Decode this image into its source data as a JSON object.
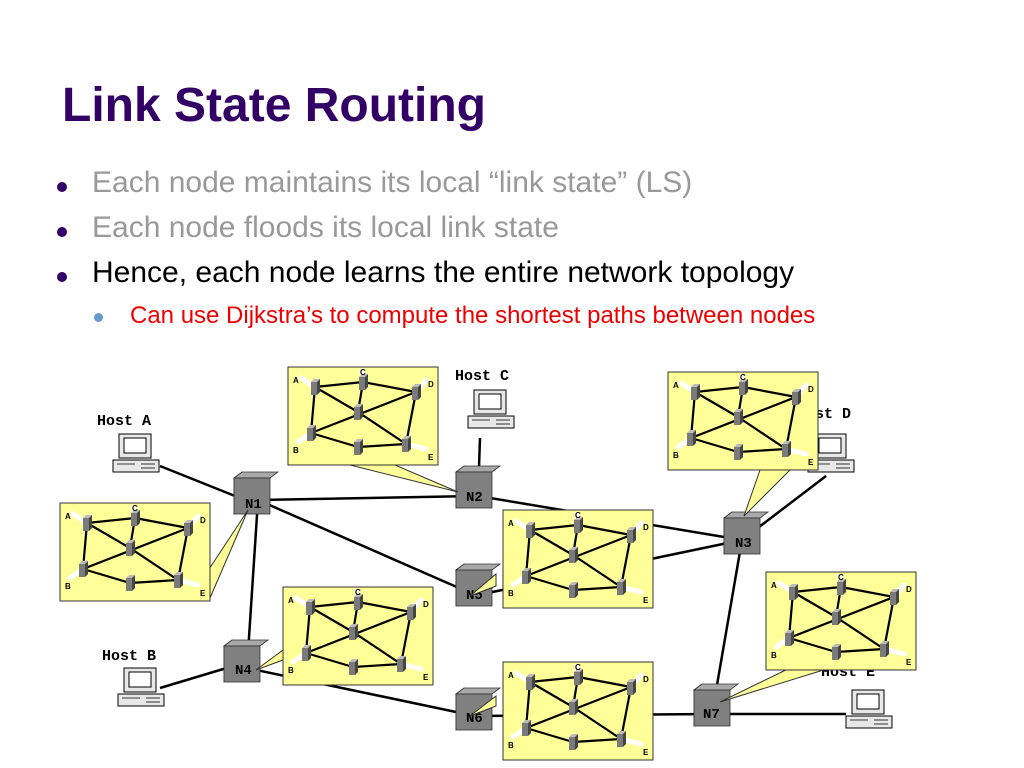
{
  "title": "Link State Routing",
  "bullets": [
    {
      "text": "Each node maintains its local “link state” (LS)"
    },
    {
      "text": "Each node floods its local link state"
    },
    {
      "text": "Hence, each node learns the entire network topology",
      "sub": [
        {
          "text": "Can use Dijkstra’s to compute the shortest paths between nodes"
        }
      ]
    }
  ],
  "colors": {
    "title": "#330066",
    "gray_bullet": "#999999",
    "black_bullet": "#000000",
    "red_sub": "#ee0000",
    "bullet_dot": "#330066",
    "sub_dot": "#6699cc",
    "callout_fill": "#ffff99",
    "router_fill": "#808080"
  },
  "diagram": {
    "routers": [
      "N1",
      "N2",
      "N3",
      "N4",
      "N5",
      "N6",
      "N7"
    ],
    "hosts": [
      "Host A",
      "Host B",
      "Host C",
      "Host D",
      "Host E"
    ],
    "ls_node_labels": [
      "A",
      "B",
      "C",
      "D",
      "E"
    ],
    "icons": [
      "router-icon",
      "computer-icon",
      "link-state-graph-icon"
    ]
  }
}
